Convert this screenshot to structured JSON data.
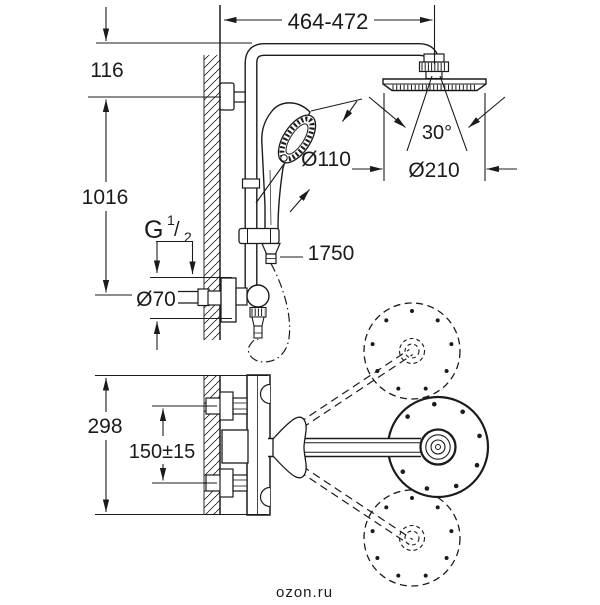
{
  "diagram": {
    "title_hint": "shower-system-installation-drawing",
    "dims": {
      "top_width": "464-472",
      "offset_116": "116",
      "riser_1016": "1016",
      "thread_g": "G",
      "thread_num": "1",
      "thread_slash": "/",
      "thread_den": "2",
      "escutcheon_dia": "Ø70",
      "hand_shower_dia": "Ø110",
      "spray_angle": "30°",
      "head_shower_dia": "Ø210",
      "hose_length": "1750",
      "trim_width": "298",
      "inlet_spacing": "150±15"
    },
    "watermark": "ozon.ru",
    "colors": {
      "line": "#1b1b1b",
      "watermark": "#c9c9c9"
    }
  }
}
